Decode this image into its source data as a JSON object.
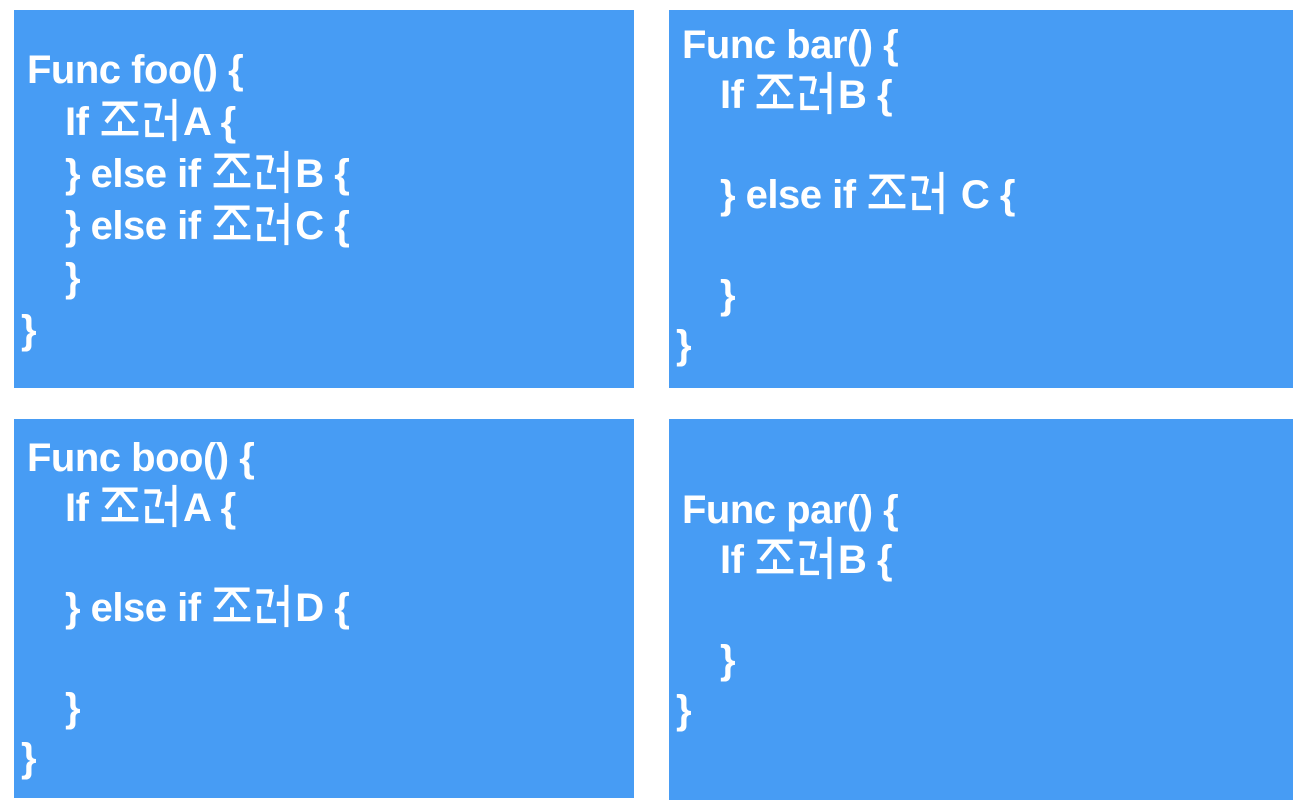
{
  "page": {
    "background_color": "#FFFFFF",
    "panel_fill_color": "#479CF4",
    "code_text_color": "#FFFFFF"
  },
  "blocks": [
    {
      "name": "foo",
      "lines": [
        {
          "text": "Func foo() {",
          "indent": "title"
        },
        {
          "text": "If 조건A {",
          "indent": "body"
        },
        {
          "text": "} else if 조건B {",
          "indent": "body"
        },
        {
          "text": "} else if 조건C {",
          "indent": "body"
        },
        {
          "text": "}",
          "indent": "body"
        },
        {
          "text": "}",
          "indent": "close"
        }
      ]
    },
    {
      "name": "bar",
      "lines": [
        {
          "text": "Func bar() {",
          "indent": "title"
        },
        {
          "text": "If 조건B {",
          "indent": "body"
        },
        {
          "text": "",
          "indent": "body"
        },
        {
          "text": "} else if 조건 C {",
          "indent": "body"
        },
        {
          "text": "",
          "indent": "body"
        },
        {
          "text": "}",
          "indent": "body"
        },
        {
          "text": "}",
          "indent": "close"
        }
      ]
    },
    {
      "name": "boo",
      "lines": [
        {
          "text": "Func boo() {",
          "indent": "title"
        },
        {
          "text": "If 조건A {",
          "indent": "body"
        },
        {
          "text": "",
          "indent": "body"
        },
        {
          "text": "} else if 조건D {",
          "indent": "body"
        },
        {
          "text": "",
          "indent": "body"
        },
        {
          "text": "}",
          "indent": "body"
        },
        {
          "text": "}",
          "indent": "close"
        }
      ]
    },
    {
      "name": "par",
      "lines": [
        {
          "text": "Func par() {",
          "indent": "title"
        },
        {
          "text": "If 조건B {",
          "indent": "body"
        },
        {
          "text": "",
          "indent": "body"
        },
        {
          "text": "}",
          "indent": "body"
        },
        {
          "text": "}",
          "indent": "close"
        }
      ]
    }
  ]
}
